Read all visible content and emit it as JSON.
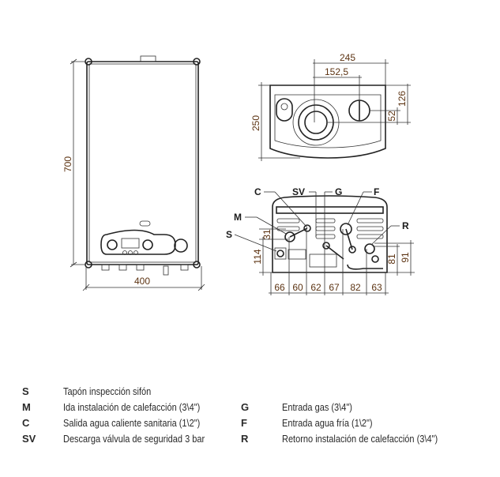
{
  "front_view": {
    "height_label": "700",
    "width_label": "400"
  },
  "top_view": {
    "width_label": "245",
    "flue_offset_label": "152,5",
    "depth_label": "250",
    "right_offset_label": "126",
    "small_offset_label": "52"
  },
  "bottom_view": {
    "callouts": {
      "C": "C",
      "SV": "SV",
      "G": "G",
      "F": "F",
      "M": "M",
      "S": "S",
      "R": "R"
    },
    "horizontal_dims": [
      "66",
      "60",
      "62",
      "67",
      "82",
      "63"
    ],
    "left_dims": [
      "31",
      "114"
    ],
    "right_dims": [
      "81",
      "91"
    ]
  },
  "legend": [
    {
      "key": "S",
      "text": "Tapón inspección sifón"
    },
    {
      "key": "M",
      "text": "Ida instalación de calefacción (3\\4\")"
    },
    {
      "key": "C",
      "text": "Salida agua caliente sanitaria (1\\2\")"
    },
    {
      "key": "SV",
      "text": "Descarga válvula de seguridad 3 bar"
    },
    {
      "key": "G",
      "text": "Entrada gas (3\\4\")"
    },
    {
      "key": "F",
      "text": "Entrada agua fría (1\\2\")"
    },
    {
      "key": "R",
      "text": "Retorno instalación de calefacción (3\\4\")"
    }
  ]
}
